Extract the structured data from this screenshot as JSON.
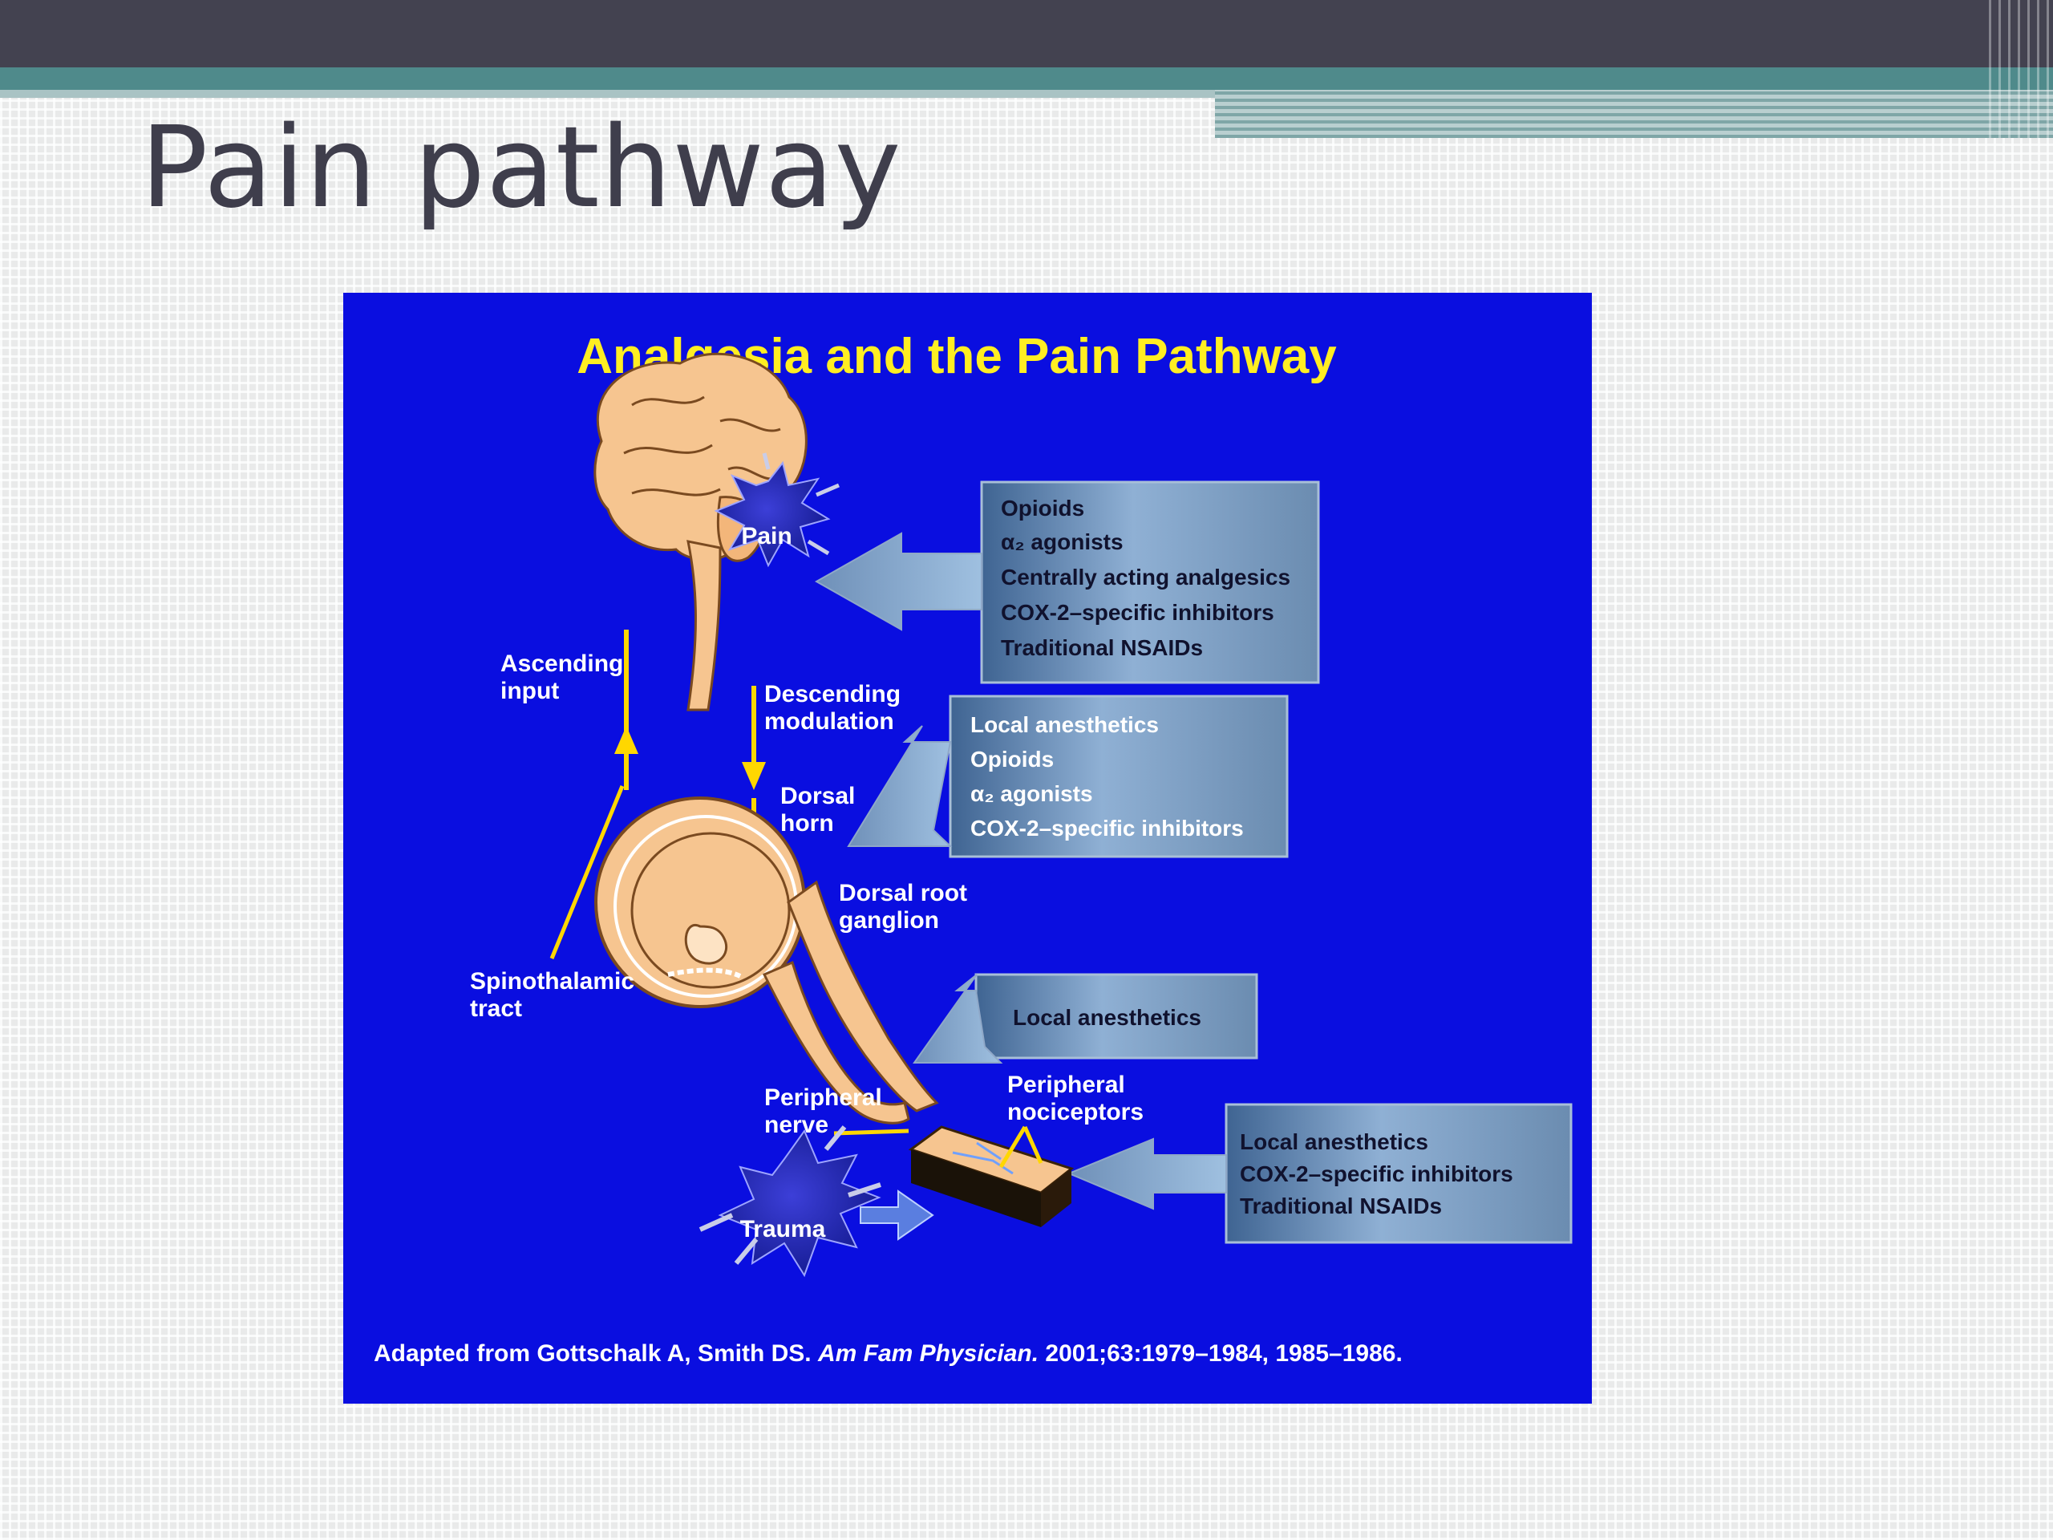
{
  "slide": {
    "title": "Pain pathway"
  },
  "figure": {
    "title": "Analgesia and the Pain Pathway",
    "labels": {
      "pain": "Pain",
      "trauma": "Trauma",
      "ascending_1": "Ascending",
      "ascending_2": "input",
      "descending_1": "Descending",
      "descending_2": "modulation",
      "dorsal_horn_1": "Dorsal",
      "dorsal_horn_2": "horn",
      "drg_1": "Dorsal root",
      "drg_2": "ganglion",
      "spinothalamic_1": "Spinothalamic",
      "spinothalamic_2": "tract",
      "peripheral_nerve_1": "Peripheral",
      "peripheral_nerve_2": "nerve",
      "nociceptors_1": "Peripheral",
      "nociceptors_2": "nociceptors"
    },
    "boxes": {
      "brain": [
        "Opioids",
        "α₂ agonists",
        "Centrally acting analgesics",
        "COX-2–specific inhibitors",
        "Traditional NSAIDs"
      ],
      "spinal": [
        "Local anesthetics",
        "Opioids",
        "α₂ agonists",
        "COX-2–specific inhibitors"
      ],
      "nerve": [
        "Local anesthetics"
      ],
      "periphery": [
        "Local anesthetics",
        "COX-2–specific inhibitors",
        "Traditional NSAIDs"
      ]
    },
    "citation_prefix": "Adapted from Gottschalk A, Smith DS. ",
    "citation_journal": "Am Fam Physician.",
    "citation_suffix": " 2001;63:1979–1984, 1985–1986."
  },
  "colors": {
    "figure_background": "#0a0ee0",
    "title_yellow": "#ffee22",
    "arrow_yellow": "#ffd700",
    "anatomy_peach": "#f6c590",
    "box_steel": "#5b7fa6"
  }
}
